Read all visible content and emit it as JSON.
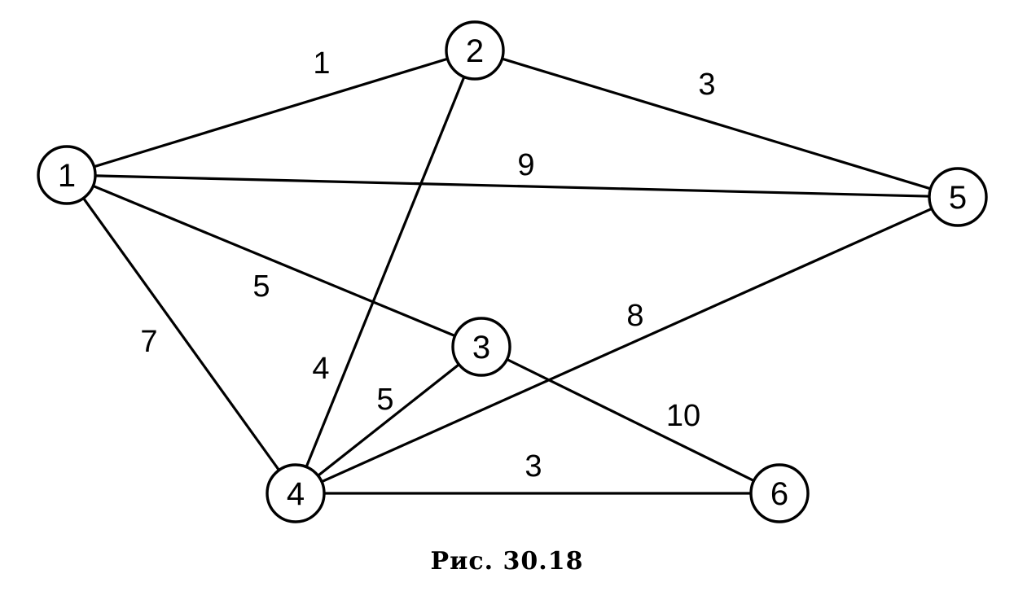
{
  "diagram": {
    "nodes": [
      {
        "id": "1",
        "label": "1"
      },
      {
        "id": "2",
        "label": "2"
      },
      {
        "id": "3",
        "label": "3"
      },
      {
        "id": "4",
        "label": "4"
      },
      {
        "id": "5",
        "label": "5"
      },
      {
        "id": "6",
        "label": "6"
      }
    ],
    "edges": [
      {
        "from": "1",
        "to": "2",
        "weight": "1"
      },
      {
        "from": "2",
        "to": "5",
        "weight": "3"
      },
      {
        "from": "1",
        "to": "5",
        "weight": "9"
      },
      {
        "from": "1",
        "to": "3",
        "weight": "5"
      },
      {
        "from": "1",
        "to": "4",
        "weight": "7"
      },
      {
        "from": "2",
        "to": "4",
        "weight": "4"
      },
      {
        "from": "3",
        "to": "4",
        "weight": "5"
      },
      {
        "from": "4",
        "to": "5",
        "weight": "8"
      },
      {
        "from": "3",
        "to": "6",
        "weight": "10"
      },
      {
        "from": "4",
        "to": "6",
        "weight": "3"
      }
    ]
  },
  "caption": "Рис. 30.18"
}
